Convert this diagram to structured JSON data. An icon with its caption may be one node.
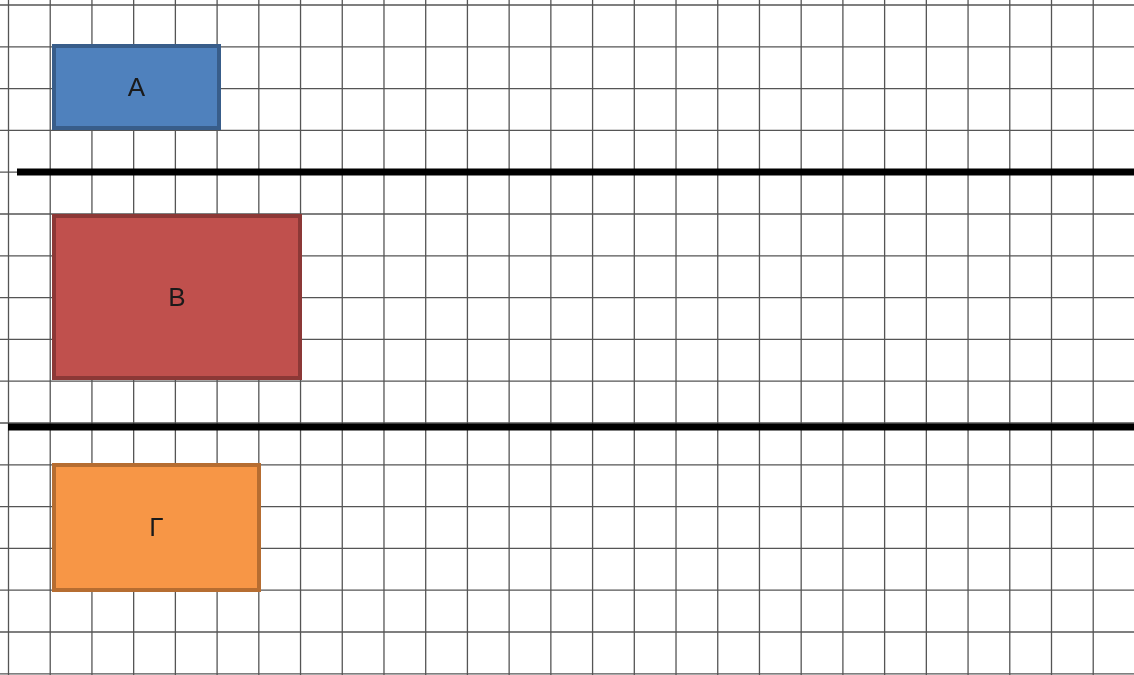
{
  "diagram": {
    "nodes": [
      {
        "text": [
          "Α"
        ]
      },
      {
        "text": [
          "Β"
        ]
      },
      {
        "text": [
          "Γ"
        ]
      }
    ]
  }
}
